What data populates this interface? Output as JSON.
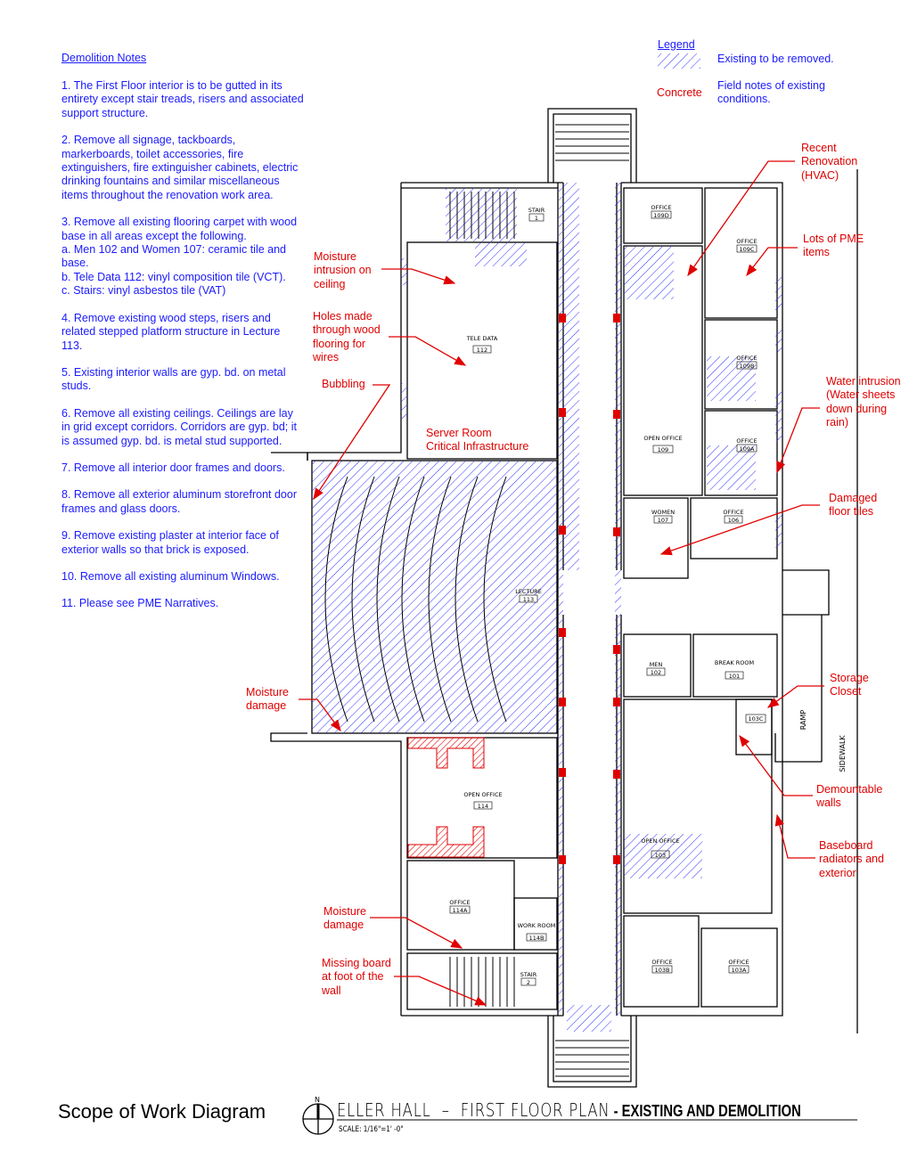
{
  "notes": {
    "heading": "Demolition Notes",
    "items": [
      "1. The First Floor interior is to be gutted in its entirety except stair treads, risers and associated support structure.",
      "2. Remove all signage, tackboards, markerboards, toilet accessories, fire extinguishers, fire extinguisher cabinets, electric drinking fountains and similar miscellaneous items throughout the renovation work area.",
      "3. Remove all existing flooring carpet with wood base in all areas except the following.",
      "a. Men 102 and Women 107: ceramic tile and base.",
      "b. Tele Data 112: vinyl composition tile (VCT).",
      "c. Stairs: vinyl asbestos tile (VAT)",
      "4. Remove existing wood steps, risers and related stepped platform structure in Lecture 113.",
      "5. Existing interior walls are gyp. bd. on metal studs.",
      "6. Remove all existing ceilings. Ceilings are lay in grid except corridors. Corridors are gyp. bd; it is assumed gyp. bd. is metal stud supported.",
      "7. Remove all interior door frames and doors.",
      "8. Remove all exterior aluminum storefront door frames and glass doors.",
      "9. Remove existing plaster at interior face of exterior walls so that brick is exposed.",
      "10. Remove all existing aluminum Windows.",
      "11. Please see PME Narratives."
    ]
  },
  "legend": {
    "heading": "Legend",
    "hatch_label": "Existing to be removed.",
    "concrete_label": "Concrete",
    "field_notes_label": "Field notes of existing conditions."
  },
  "annotations": {
    "moisture_ceiling": "Moisture intrusion on ceiling",
    "holes": "Holes made through wood flooring for wires",
    "bubbling": "Bubbling",
    "server_room": "Server Room",
    "critical": "Critical Infrastructure",
    "moisture_damage_1": "Moisture damage",
    "moisture_damage_2": "Moisture damage",
    "missing_board": "Missing board at foot of the wall",
    "recent_reno": "Recent Renovation (HVAC)",
    "pme": "Lots of PME items",
    "water": "Water intrusion (Water sheets down during rain)",
    "damaged_tiles": "Damaged floor tiles",
    "storage": "Storage Closet",
    "demountable": "Demountable walls",
    "baseboard": "Baseboard radiators and exterior"
  },
  "rooms": {
    "stair1": {
      "name": "STAIR",
      "num": "1"
    },
    "o109d": {
      "name": "OFFICE",
      "num": "109D"
    },
    "o109c": {
      "name": "OFFICE",
      "num": "109C"
    },
    "o109b": {
      "name": "OFFICE",
      "num": "109B"
    },
    "o109a": {
      "name": "OFFICE",
      "num": "109A"
    },
    "o109": {
      "name": "OPEN OFFICE",
      "num": "109"
    },
    "tele": {
      "name": "TELE DATA",
      "num": "112"
    },
    "women": {
      "name": "WOMEN",
      "num": "107"
    },
    "o106": {
      "name": "OFFICE",
      "num": "106"
    },
    "lecture": {
      "name": "LECTURE",
      "num": "113"
    },
    "men": {
      "name": "MEN",
      "num": "102"
    },
    "break": {
      "name": "BREAK ROOM",
      "num": "101"
    },
    "r103c": {
      "num": "103C"
    },
    "o114": {
      "name": "OPEN OFFICE",
      "num": "114"
    },
    "o103": {
      "name": "OPEN OFFICE",
      "num": "103"
    },
    "o114a": {
      "name": "OFFICE",
      "num": "114A"
    },
    "work": {
      "name": "WORK ROOM",
      "num": "114B"
    },
    "stair2": {
      "name": "STAIR",
      "num": "2"
    },
    "o103b": {
      "name": "OFFICE",
      "num": "103B"
    },
    "o103a": {
      "name": "OFFICE",
      "num": "103A"
    },
    "ramp": "RAMP",
    "sidewalk": "SIDEWALK"
  },
  "title": {
    "scope": "Scope of Work Diagram",
    "north": "N",
    "plan": "ELLER HALL  –  FIRST FLOOR PLAN",
    "subtitle": " - EXISTING AND DEMOLITION",
    "scale": "SCALE: 1/16\"=1'  -0\""
  },
  "colors": {
    "note": "#1a1aff",
    "annotation": "#e00000",
    "hatch": "#3030ff"
  }
}
